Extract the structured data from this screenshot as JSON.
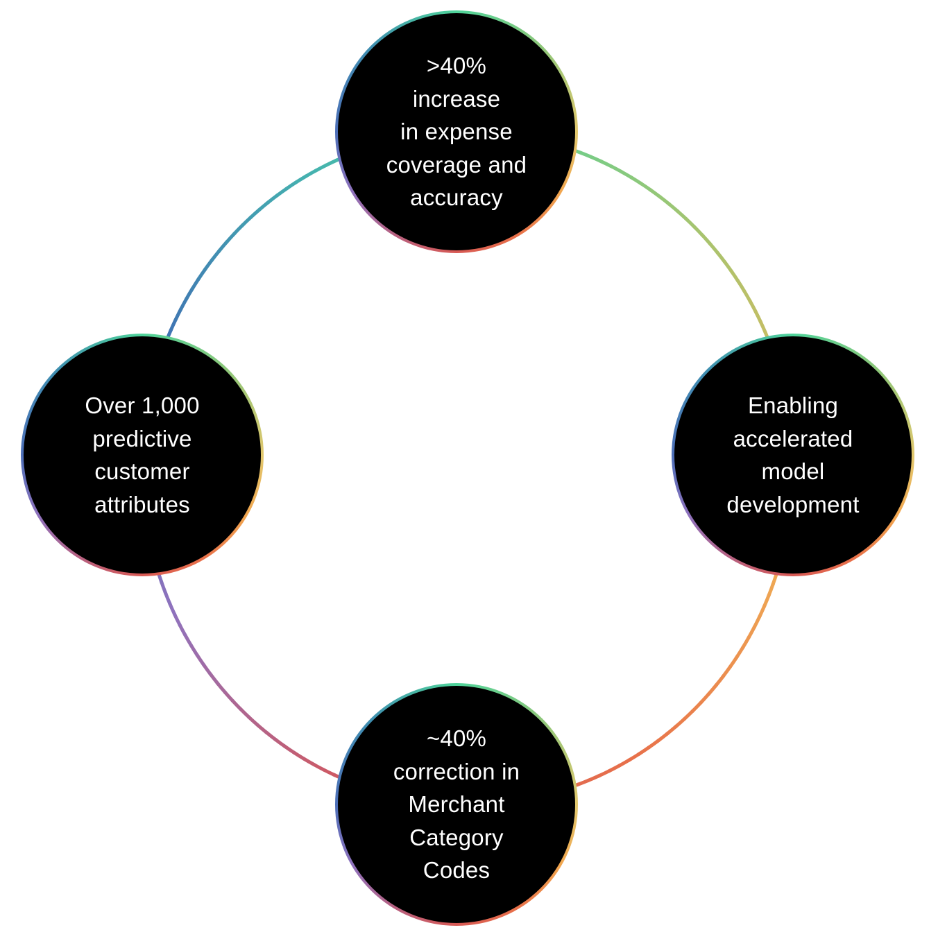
{
  "diagram": {
    "type": "cycle",
    "ring_colors": {
      "top": "#4fd39a",
      "upper_right": "#a6c46f",
      "lower_right": "#f0b455",
      "bottom_right": "#e8704a",
      "bottom_left": "#cc5a66",
      "lower_left": "#8f72bd",
      "upper_left": "#3f6fb3",
      "top_left": "#45b0b0"
    },
    "node_fill": "#000000",
    "text_color": "#ffffff",
    "nodes": [
      {
        "id": "top",
        "text": ">40%\nincrease\nin expense\ncoverage and\naccuracy"
      },
      {
        "id": "right",
        "text": "Enabling\naccelerated\nmodel\ndevelopment"
      },
      {
        "id": "bottom",
        "text": "~40%\ncorrection in\nMerchant\nCategory\nCodes"
      },
      {
        "id": "left",
        "text": "Over 1,000\npredictive\ncustomer\nattributes"
      }
    ]
  }
}
